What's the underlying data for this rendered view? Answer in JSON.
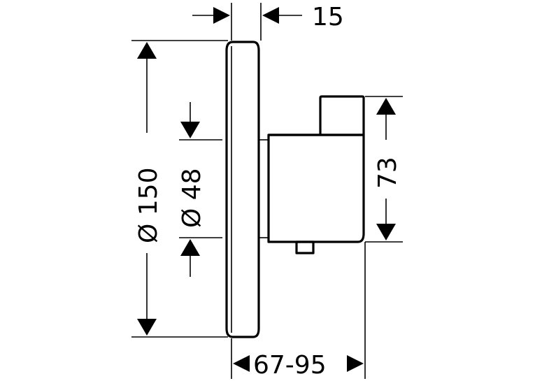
{
  "dimensions": {
    "wall_distance": "15",
    "plate_diameter": "Ø 150",
    "center_diameter": "Ø 48",
    "body_height": "73",
    "depth_range": "67-95"
  },
  "colors": {
    "line": "#000000",
    "background": "#ffffff"
  }
}
